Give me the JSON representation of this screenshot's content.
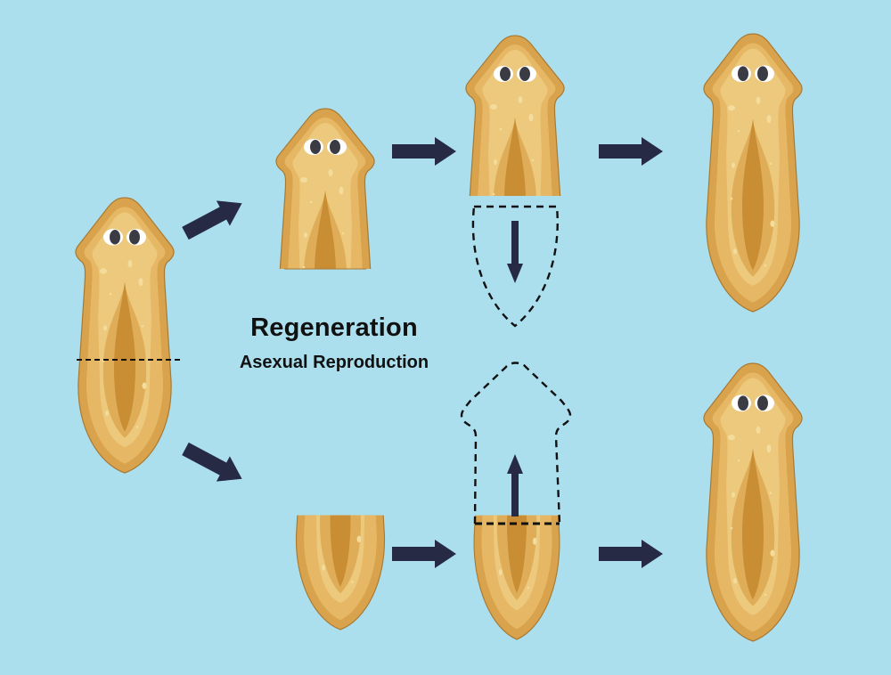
{
  "figure": {
    "title": "Regeneration",
    "subtitle": "Asexual Reproduction",
    "colors": {
      "background": "#abdfee",
      "body_outer": "#d9a24c",
      "body_mid": "#e8bd6a",
      "body_inner": "#ecc97d",
      "gut": "#c98d34",
      "arrow": "#262a45",
      "eye_white": "#ffffff",
      "eye_pupil": "#3b3b44",
      "cut_line": "#111111"
    },
    "stages": [
      {
        "id": "original",
        "label": "whole planarian with cut line"
      },
      {
        "id": "head-fragment",
        "label": "head fragment"
      },
      {
        "id": "head-regrowing-tail",
        "label": "head fragment regrowing tail"
      },
      {
        "id": "head-regenerated",
        "label": "regenerated planarian (from head)"
      },
      {
        "id": "tail-fragment",
        "label": "tail fragment"
      },
      {
        "id": "tail-regrowing-head",
        "label": "tail fragment regrowing head"
      },
      {
        "id": "tail-regenerated",
        "label": "regenerated planarian (from tail)"
      }
    ],
    "arrows": [
      "arrow-to-head-fragment",
      "arrow-to-tail-fragment",
      "arrow-head-step-1",
      "arrow-head-step-2",
      "arrow-tail-step-1",
      "arrow-tail-step-2",
      "growth-arrow-down",
      "growth-arrow-up"
    ]
  }
}
